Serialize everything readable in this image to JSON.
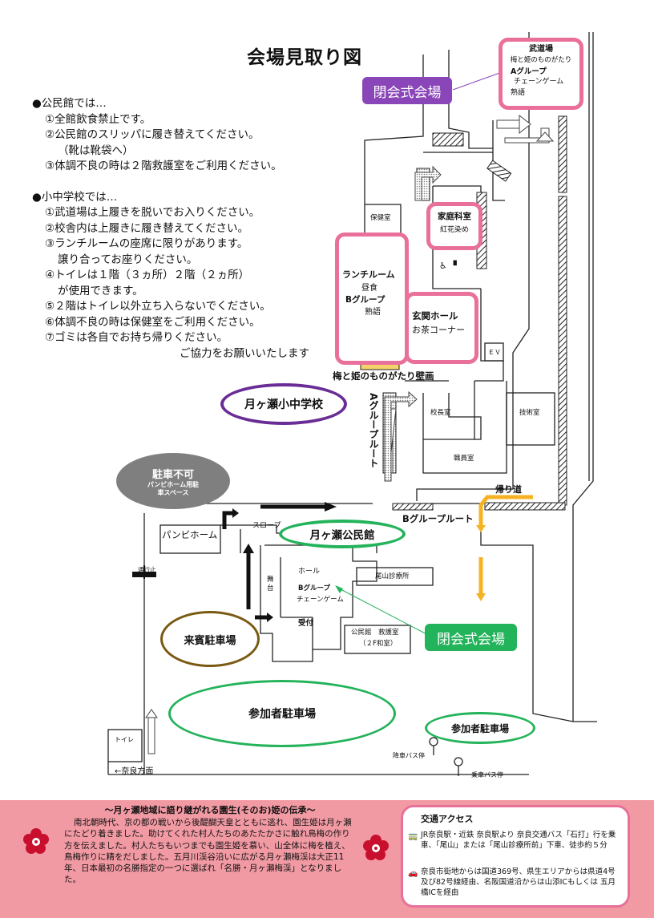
{
  "title": "会場見取り図",
  "notes": {
    "kominkan_head": "●公民館では…",
    "kominkan": [
      "①全館飲食禁止です。",
      "②公民館のスリッパに履き替えてください。",
      "（靴は靴袋へ）",
      "③体調不良の時は２階救護室をご利用ください。"
    ],
    "school_head": "●小中学校では…",
    "school": [
      "①武道場は上履きを脱いでお入りください。",
      "②校舎内は上履きに履き替えてください。",
      "③ランチルームの座席に限りがあります。",
      "譲り合ってお座りください。",
      "④トイレは１階（３ヵ所）２階（２ヵ所）",
      "が使用できます。",
      "⑤２階はトイレ以外立ち入らないでください。",
      "⑥体調不良の時は保健室をご利用ください。",
      "⑦ゴミは各自でお持ち帰りください。"
    ],
    "thanks": "ご協力をお願いいたします"
  },
  "map": {
    "budojo": [
      "武道場",
      "梅と姫のものがたり",
      "Aグループ",
      "チェーンゲーム",
      "熟語"
    ],
    "closing_venue_school": "閉会式会場",
    "kateika": [
      "家庭科室",
      "紅花染め"
    ],
    "lunchroom": [
      "ランチルーム",
      "昼食",
      "Bグループ",
      "熟語"
    ],
    "genkan": [
      "玄関ホール",
      "お茶コーナー"
    ],
    "hokenshitsu": "保健室",
    "ev": "ＥＶ",
    "wall": "梅と姫のものがたり壁画",
    "school_name": "月ヶ瀬小中学校",
    "kochoshitsu": "校長室",
    "gijutsushitsu": "技術室",
    "shokuinshitsu": "職員室",
    "a_route": "Aグループルート",
    "b_route": "Bグループルート",
    "kaerimichi": "帰り道",
    "no_parking": "駐車不可",
    "no_parking_sub": "パンビホーム用駐車スペース",
    "panbi": "パンビホーム",
    "slope": "スロープ",
    "kominkan_name": "月ヶ瀬公民館",
    "hall": "ホール",
    "stage": "舞台",
    "hall_group": [
      "Bグループ",
      "チェーンゲーム"
    ],
    "uketsuke": "受付",
    "kyugoshitsu": [
      "公民館　救護室",
      "（２F和室）"
    ],
    "clinic": "尾山診療所",
    "closing_venue_kominkan": "閉会式会場",
    "guest_parking": "来賓駐車場",
    "participant_parking": "参加者駐車場",
    "participant_parking2": "参加者駐車場",
    "tsukodome": "通行止",
    "toilet": "トイレ",
    "nara": "←奈良方面",
    "bus_getoff": "降車バス停",
    "bus_geton": "乗車バス停"
  },
  "story": {
    "title": "～月ヶ瀬地域に語り継がれる園生(そのお)姫の伝承～",
    "body": "南北朝時代、京の都の戦いから後醍醐天皇とともに逃れ、園生姫は月ヶ瀬にたどり着きました。助けてくれた村人たちのあたたかさに触れ鳥梅の作り方を伝えました。村人たちもいつまでも園生姫を慕い、山全体に梅を植え、鳥梅作りに精をだしました。五月川渓谷沿いに広がる月ヶ瀬梅渓は大正11年、日本最初の名勝指定の一つに選ばれ「名勝・月ヶ瀬梅渓」となりました。"
  },
  "access": {
    "title": "交通アクセス",
    "train": "JR奈良駅・近鉄 奈良駅より 奈良交通バス「石打」行を乗車、「尾山」または「尾山診療所前」下車、徒歩約５分",
    "car": "奈良市街地からは国道369号、県生エリアからは県道4号及び82号線経由、名阪国道沿からは山添ICもしくは 五月橋ICを経由"
  },
  "colors": {
    "pink": "#e8709a",
    "purple": "#8a46b8",
    "green": "#23b35a",
    "gray": "#7f7f7f",
    "brown": "#7a5a12",
    "orange": "#f5b323",
    "footer": "#f29aa4"
  }
}
